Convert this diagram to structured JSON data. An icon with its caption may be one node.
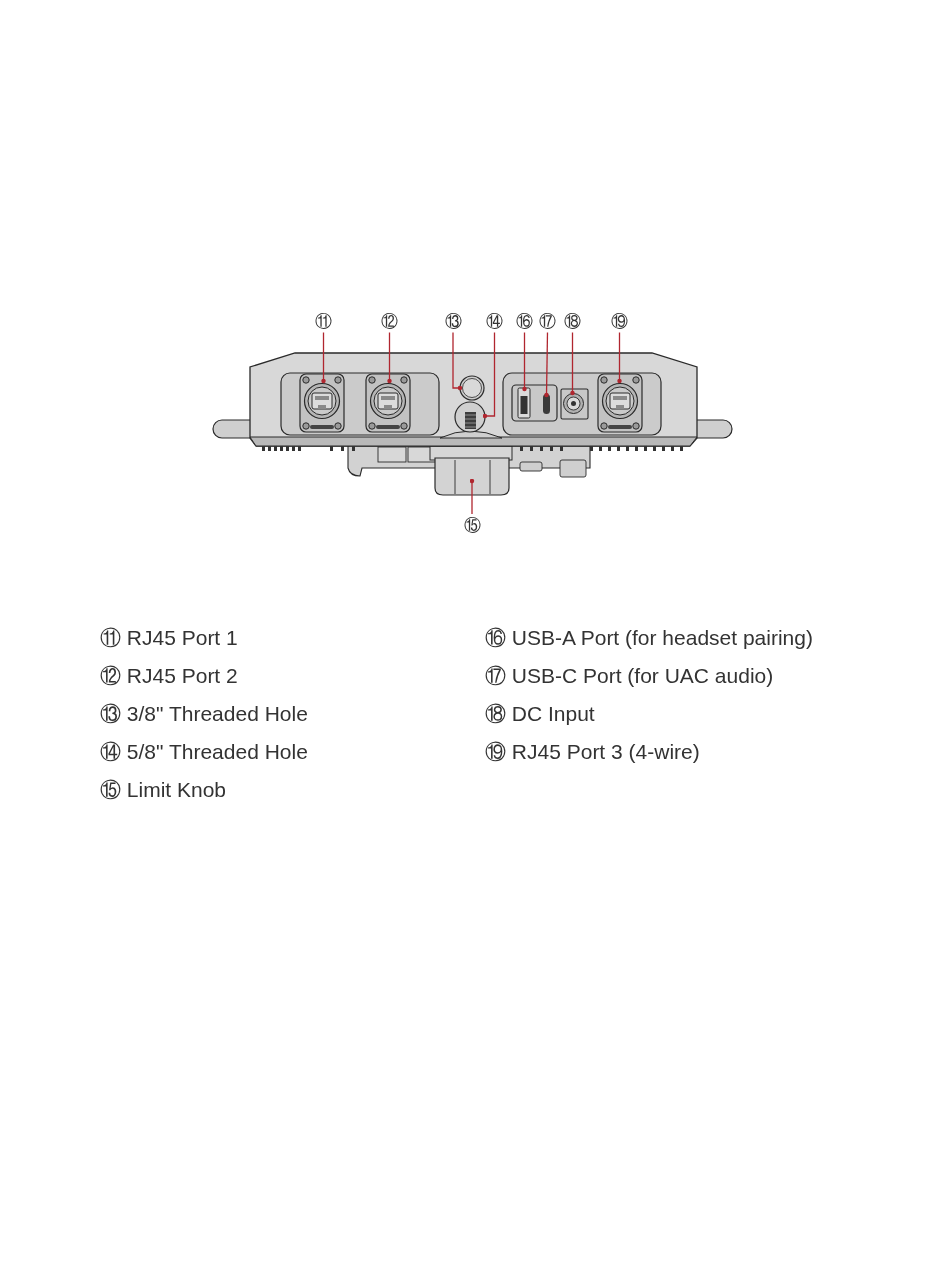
{
  "diagram": {
    "nodes": [
      {
        "text": [
          "⑪"
        ]
      },
      {
        "text": [
          "⑫"
        ]
      },
      {
        "text": [
          "⑬"
        ]
      },
      {
        "text": [
          "⑭"
        ]
      },
      {
        "text": [
          "⑯"
        ]
      },
      {
        "text": [
          "⑰"
        ]
      },
      {
        "text": [
          "⑱"
        ]
      },
      {
        "text": [
          "⑲"
        ]
      },
      {
        "text": [
          "⑮"
        ]
      }
    ],
    "edges": [
      {
        "from": 0,
        "to": null,
        "arrow": "other"
      },
      {
        "from": 1,
        "to": null,
        "arrow": "other"
      },
      {
        "from": 2,
        "to": null,
        "arrow": "other"
      },
      {
        "from": 3,
        "to": null,
        "arrow": "other"
      },
      {
        "from": 4,
        "to": null,
        "arrow": "other"
      },
      {
        "from": 5,
        "to": null,
        "arrow": "other"
      },
      {
        "from": 6,
        "to": null,
        "arrow": "other"
      },
      {
        "from": 7,
        "to": null,
        "arrow": "other"
      },
      {
        "from": 8,
        "to": null,
        "arrow": "other"
      }
    ],
    "labels": [
      "⑪ RJ45 Port 1",
      "⑫ RJ45 Port 2",
      "⑬ 3/8\" Threaded Hole",
      "⑭ 5/8\" Threaded Hole",
      "⑮ Limit Knob",
      "⑯ USB-A Port (for headset pairing)",
      "⑰ USB-C Port (for UAC audio)",
      "⑱ DC Input",
      "⑲ RJ45 Port 3 (4-wire)"
    ]
  }
}
